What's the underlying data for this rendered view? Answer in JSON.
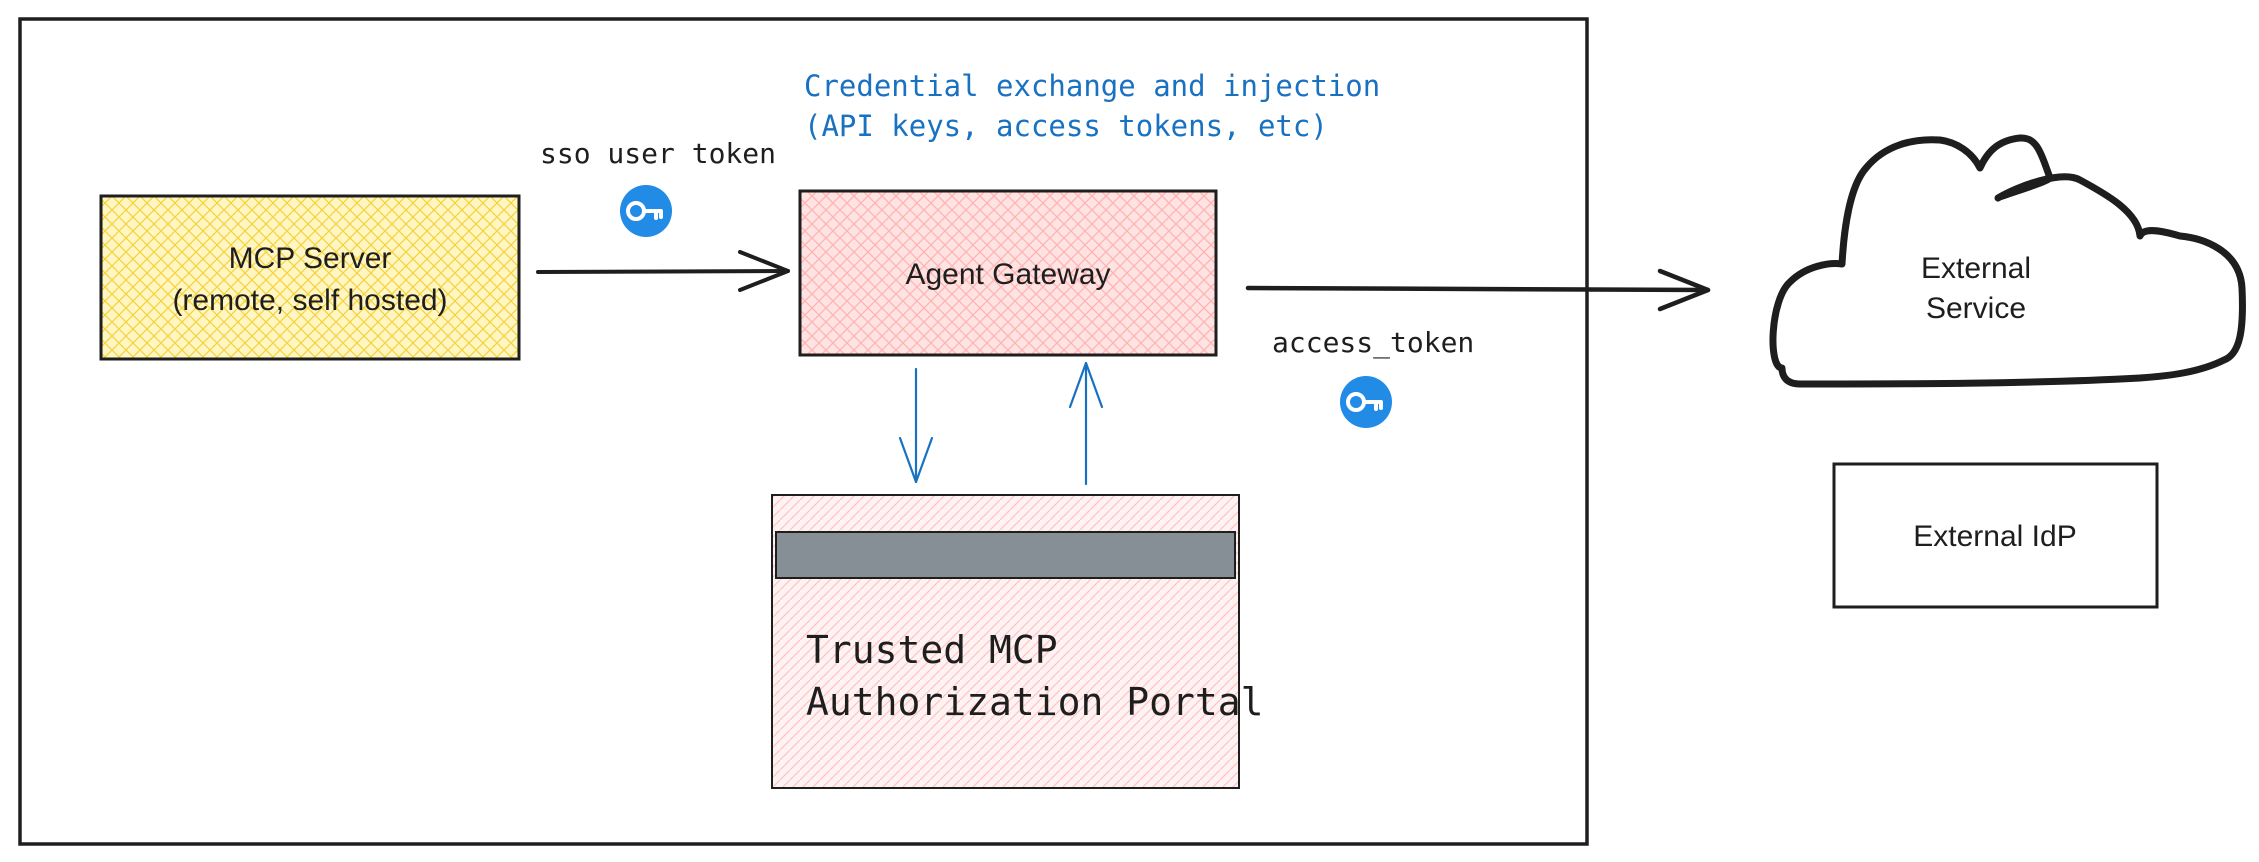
{
  "labels": {
    "credential_line1": "Credential exchange and injection",
    "credential_line2": "(API keys, access tokens, etc)",
    "sso_token": "sso user token",
    "access_token": "access_token"
  },
  "nodes": {
    "mcp_server": {
      "line1": "MCP Server",
      "line2": "(remote, self hosted)"
    },
    "agent_gateway": {
      "label": "Agent Gateway"
    },
    "portal": {
      "line1": "Trusted MCP",
      "line2": "Authorization Portal"
    },
    "external_service": {
      "line1": "External",
      "line2": "Service"
    },
    "external_idp": {
      "label": "External IdP"
    }
  },
  "icons": {
    "sso_token": "key-icon",
    "access_token": "key-icon"
  },
  "colors": {
    "ink": "#1e1e1e",
    "blue": "#1971c2",
    "key_blue": "#228be6",
    "mcp_fill": "#ffec99",
    "gateway_fill": "#ffc9c9",
    "portal_fill": "#ffc9c9",
    "portal_bar": "#868e96"
  }
}
